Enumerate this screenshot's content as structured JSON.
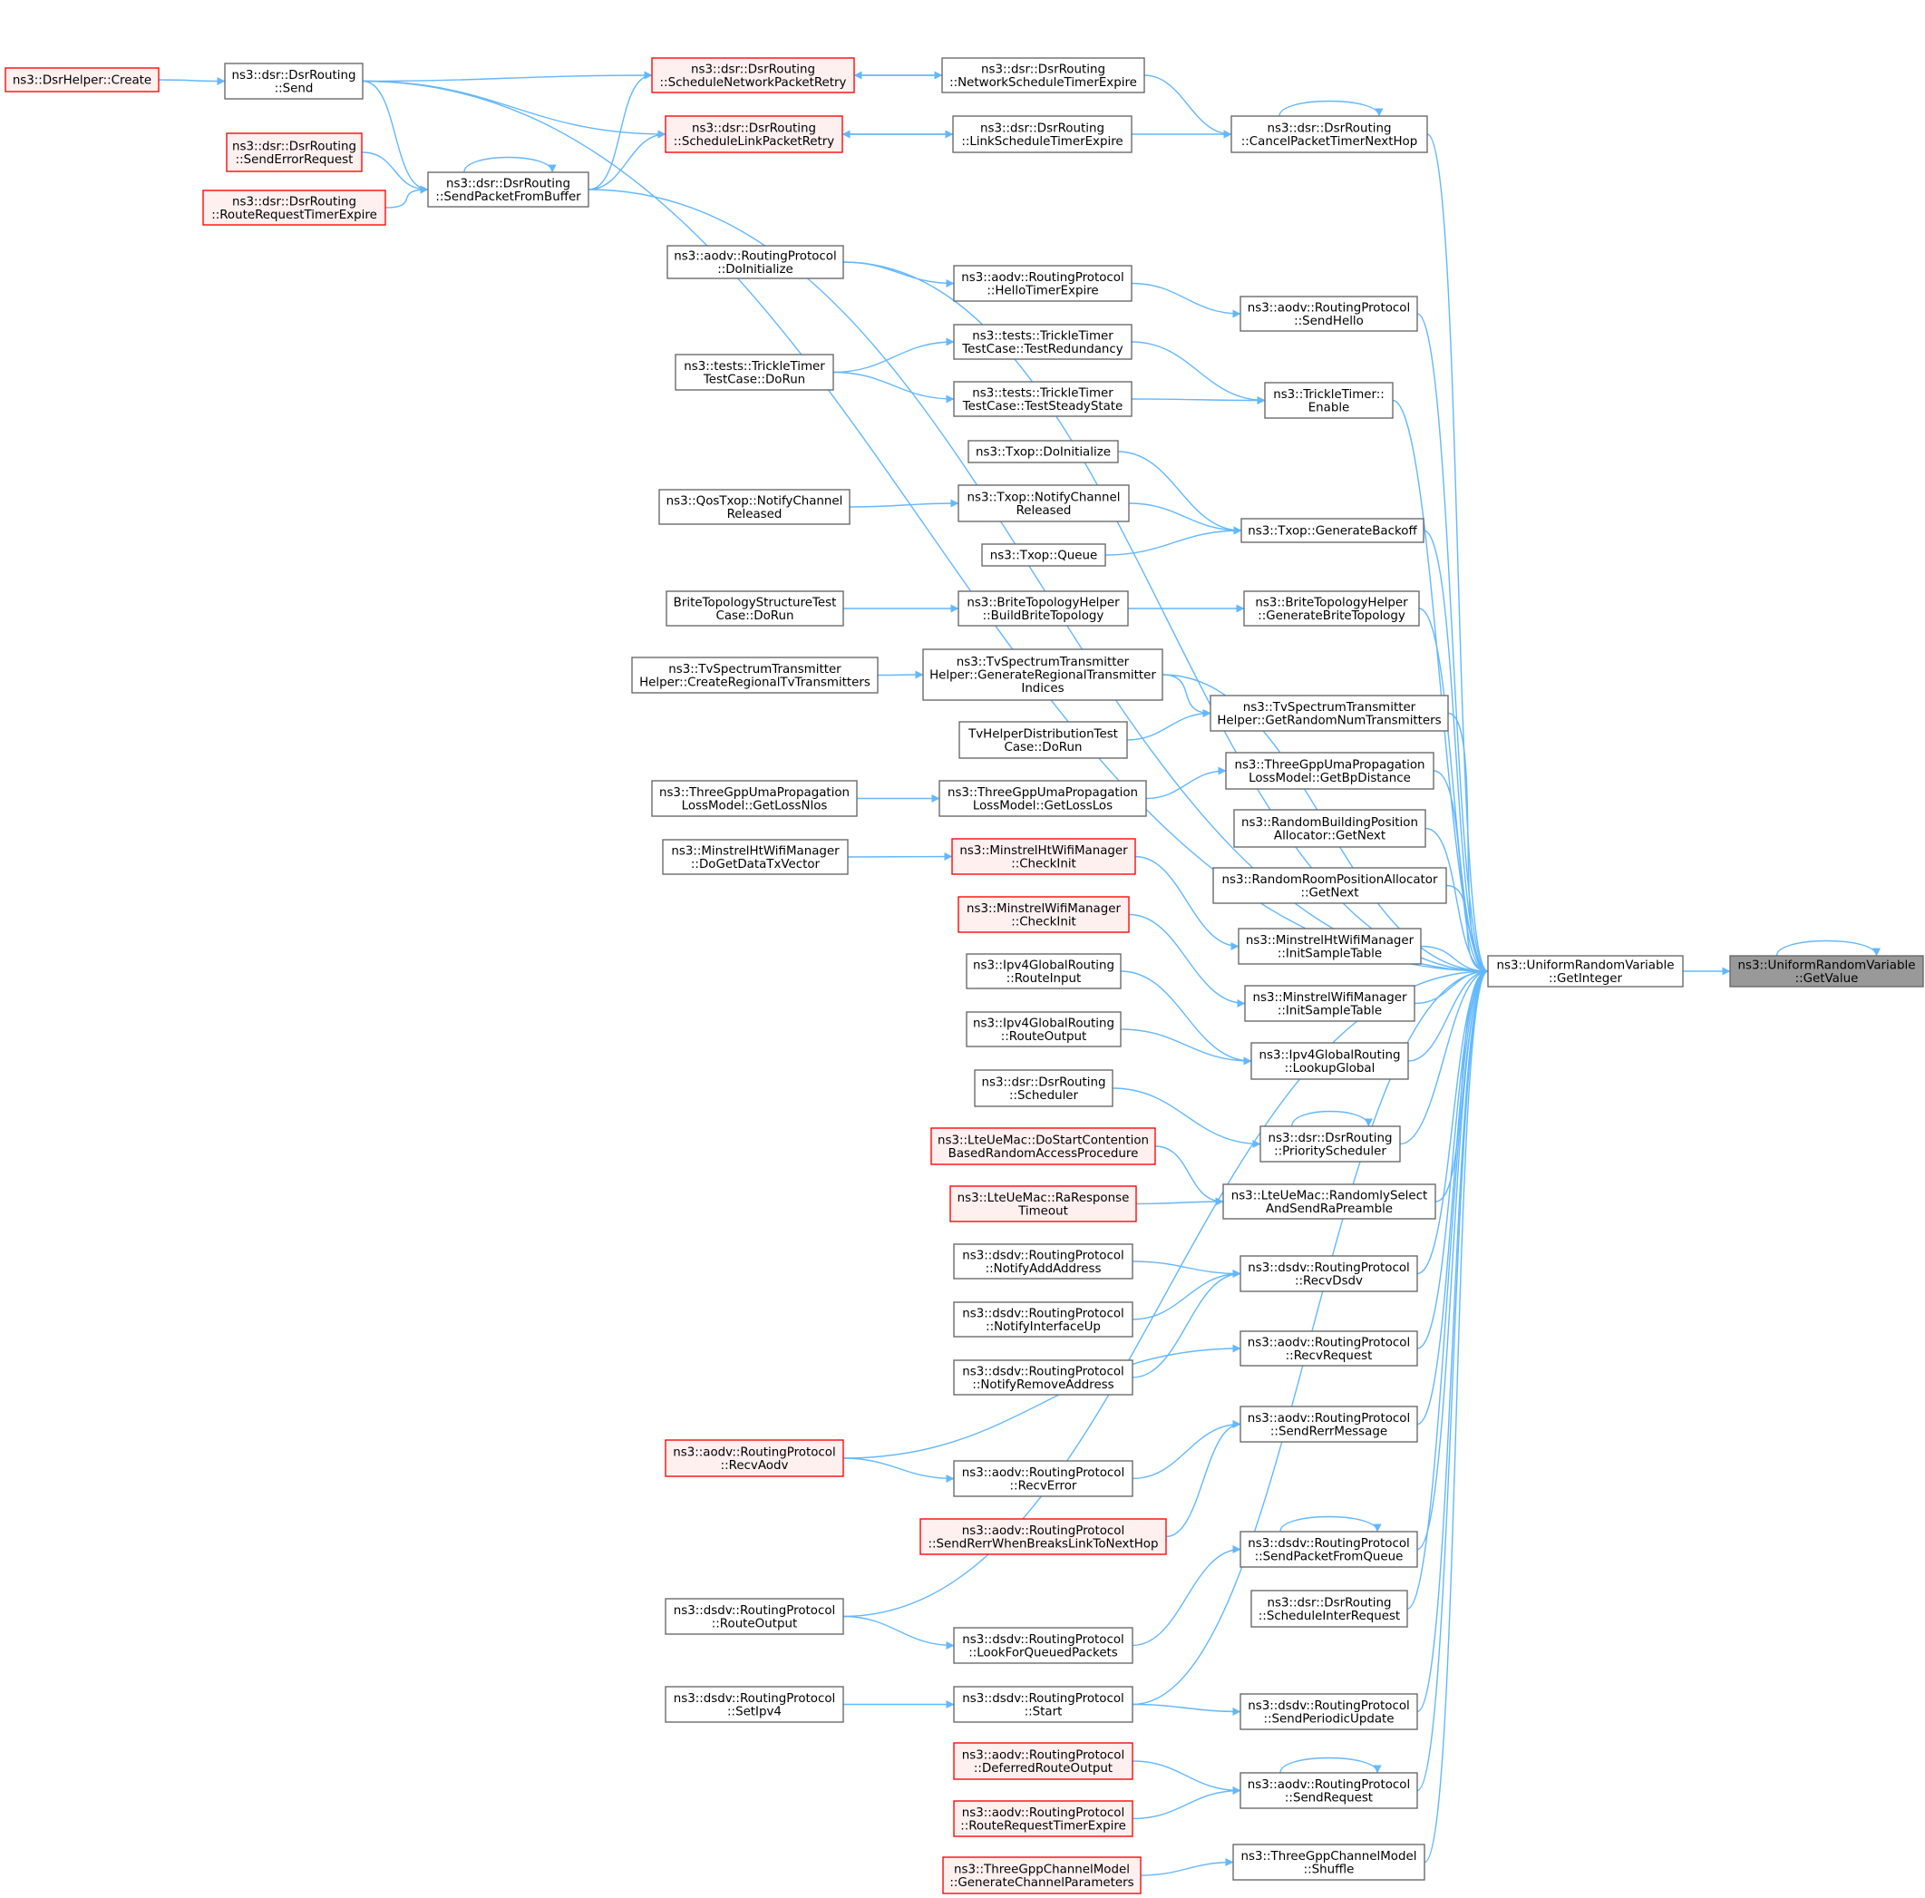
{
  "diagram": {
    "type": "caller-graph",
    "colors": {
      "edge": "#63b8ff",
      "node_border_normal": "#666666",
      "node_fill_normal": "#ffffff",
      "node_border_truncated": "#ff0000",
      "node_fill_truncated": "#fff0f0",
      "node_border_root": "#666666",
      "node_fill_root": "#999999"
    },
    "nodes": [
      {
        "id": "root",
        "style": "root",
        "lines": [
          "ns3::UniformRandomVariable",
          "::GetValue"
        ]
      },
      {
        "id": "getint",
        "style": "normal",
        "lines": [
          "ns3::UniformRandomVariable",
          "::GetInteger"
        ]
      },
      {
        "id": "cancelpkt",
        "style": "normal",
        "lines": [
          "ns3::dsr::DsrRouting",
          "::CancelPacketTimerNextHop"
        ]
      },
      {
        "id": "netsched",
        "style": "normal",
        "lines": [
          "ns3::dsr::DsrRouting",
          "::NetworkScheduleTimerExpire"
        ]
      },
      {
        "id": "linksched",
        "style": "normal",
        "lines": [
          "ns3::dsr::DsrRouting",
          "::LinkScheduleTimerExpire"
        ]
      },
      {
        "id": "schednet",
        "style": "truncated",
        "lines": [
          "ns3::dsr::DsrRouting",
          "::ScheduleNetworkPacketRetry"
        ]
      },
      {
        "id": "schedlink",
        "style": "truncated",
        "lines": [
          "ns3::dsr::DsrRouting",
          "::ScheduleLinkPacketRetry"
        ]
      },
      {
        "id": "dsrsend",
        "style": "normal",
        "lines": [
          "ns3::dsr::DsrRouting",
          "::Send"
        ]
      },
      {
        "id": "dsrcreate",
        "style": "truncated",
        "lines": [
          "ns3::DsrHelper::Create"
        ]
      },
      {
        "id": "sendpktbuf",
        "style": "normal",
        "lines": [
          "ns3::dsr::DsrRouting",
          "::SendPacketFromBuffer"
        ]
      },
      {
        "id": "senderrreq",
        "style": "truncated",
        "lines": [
          "ns3::dsr::DsrRouting",
          "::SendErrorRequest"
        ]
      },
      {
        "id": "rreqexpire_dsr",
        "style": "truncated",
        "lines": [
          "ns3::dsr::DsrRouting",
          "::RouteRequestTimerExpire"
        ]
      },
      {
        "id": "aodvdoinit",
        "style": "normal",
        "lines": [
          "ns3::aodv::RoutingProtocol",
          "::DoInitialize"
        ]
      },
      {
        "id": "hellotimer",
        "style": "normal",
        "lines": [
          "ns3::aodv::RoutingProtocol",
          "::HelloTimerExpire"
        ]
      },
      {
        "id": "sendhello",
        "style": "normal",
        "lines": [
          "ns3::aodv::RoutingProtocol",
          "::SendHello"
        ]
      },
      {
        "id": "trickleredund",
        "style": "normal",
        "lines": [
          "ns3::tests::TrickleTimer",
          "TestCase::TestRedundancy"
        ]
      },
      {
        "id": "tricklesteady",
        "style": "normal",
        "lines": [
          "ns3::tests::TrickleTimer",
          "TestCase::TestSteadyState"
        ]
      },
      {
        "id": "trickledorun",
        "style": "normal",
        "lines": [
          "ns3::tests::TrickleTimer",
          "TestCase::DoRun"
        ]
      },
      {
        "id": "trickleenable",
        "style": "normal",
        "lines": [
          "ns3::TrickleTimer::",
          "Enable"
        ]
      },
      {
        "id": "txopdoinit",
        "style": "normal",
        "lines": [
          "ns3::Txop::DoInitialize"
        ]
      },
      {
        "id": "txopnotify",
        "style": "normal",
        "lines": [
          "ns3::Txop::NotifyChannel",
          "Released"
        ]
      },
      {
        "id": "qostxopnotify",
        "style": "normal",
        "lines": [
          "ns3::QosTxop::NotifyChannel",
          "Released"
        ]
      },
      {
        "id": "txopqueue",
        "style": "normal",
        "lines": [
          "ns3::Txop::Queue"
        ]
      },
      {
        "id": "genbackoff",
        "style": "normal",
        "lines": [
          "ns3::Txop::GenerateBackoff"
        ]
      },
      {
        "id": "britetest",
        "style": "normal",
        "lines": [
          "BriteTopologyStructureTest",
          "Case::DoRun"
        ]
      },
      {
        "id": "britebuild",
        "style": "normal",
        "lines": [
          "ns3::BriteTopologyHelper",
          "::BuildBriteTopology"
        ]
      },
      {
        "id": "britegen",
        "style": "normal",
        "lines": [
          "ns3::BriteTopologyHelper",
          "::GenerateBriteTopology"
        ]
      },
      {
        "id": "tvcreate",
        "style": "normal",
        "lines": [
          "ns3::TvSpectrumTransmitter",
          "Helper::CreateRegionalTvTransmitters"
        ]
      },
      {
        "id": "tvgenidx",
        "style": "normal",
        "lines": [
          "ns3::TvSpectrumTransmitter",
          "Helper::GenerateRegionalTransmitter",
          "Indices"
        ]
      },
      {
        "id": "tvrandnum",
        "style": "normal",
        "lines": [
          "ns3::TvSpectrumTransmitter",
          "Helper::GetRandomNumTransmitters"
        ]
      },
      {
        "id": "tvdisttest",
        "style": "normal",
        "lines": [
          "TvHelperDistributionTest",
          "Case::DoRun"
        ]
      },
      {
        "id": "umanlos",
        "style": "normal",
        "lines": [
          "ns3::ThreeGppUmaPropagation",
          "LossModel::GetLossNlos"
        ]
      },
      {
        "id": "umalos",
        "style": "normal",
        "lines": [
          "ns3::ThreeGppUmaPropagation",
          "LossModel::GetLossLos"
        ]
      },
      {
        "id": "umabp",
        "style": "normal",
        "lines": [
          "ns3::ThreeGppUmaPropagation",
          "LossModel::GetBpDistance"
        ]
      },
      {
        "id": "rndbuilding",
        "style": "normal",
        "lines": [
          "ns3::RandomBuildingPosition",
          "Allocator::GetNext"
        ]
      },
      {
        "id": "rndroom",
        "style": "normal",
        "lines": [
          "ns3::RandomRoomPositionAllocator",
          "::GetNext"
        ]
      },
      {
        "id": "mhtdoget",
        "style": "normal",
        "lines": [
          "ns3::MinstrelHtWifiManager",
          "::DoGetDataTxVector"
        ]
      },
      {
        "id": "mhtcheck",
        "style": "truncated",
        "lines": [
          "ns3::MinstrelHtWifiManager",
          "::CheckInit"
        ]
      },
      {
        "id": "mhtinit",
        "style": "normal",
        "lines": [
          "ns3::MinstrelHtWifiManager",
          "::InitSampleTable"
        ]
      },
      {
        "id": "mcheck",
        "style": "truncated",
        "lines": [
          "ns3::MinstrelWifiManager",
          "::CheckInit"
        ]
      },
      {
        "id": "minit",
        "style": "normal",
        "lines": [
          "ns3::MinstrelWifiManager",
          "::InitSampleTable"
        ]
      },
      {
        "id": "ipv4rin",
        "style": "normal",
        "lines": [
          "ns3::Ipv4GlobalRouting",
          "::RouteInput"
        ]
      },
      {
        "id": "ipv4rout",
        "style": "normal",
        "lines": [
          "ns3::Ipv4GlobalRouting",
          "::RouteOutput"
        ]
      },
      {
        "id": "ipv4lookup",
        "style": "normal",
        "lines": [
          "ns3::Ipv4GlobalRouting",
          "::LookupGlobal"
        ]
      },
      {
        "id": "dsrscheduler",
        "style": "normal",
        "lines": [
          "ns3::dsr::DsrRouting",
          "::Scheduler"
        ]
      },
      {
        "id": "dsrprio",
        "style": "normal",
        "lines": [
          "ns3::dsr::DsrRouting",
          "::PriorityScheduler"
        ]
      },
      {
        "id": "ltestartcont",
        "style": "truncated",
        "lines": [
          "ns3::LteUeMac::DoStartContention",
          "BasedRandomAccessProcedure"
        ]
      },
      {
        "id": "lteraresp",
        "style": "truncated",
        "lines": [
          "ns3::LteUeMac::RaResponse",
          "Timeout"
        ]
      },
      {
        "id": "lterandsel",
        "style": "normal",
        "lines": [
          "ns3::LteUeMac::RandomlySelect",
          "AndSendRaPreamble"
        ]
      },
      {
        "id": "dsdvnotifyadd",
        "style": "normal",
        "lines": [
          "ns3::dsdv::RoutingProtocol",
          "::NotifyAddAddress"
        ]
      },
      {
        "id": "dsdvnotifyup",
        "style": "normal",
        "lines": [
          "ns3::dsdv::RoutingProtocol",
          "::NotifyInterfaceUp"
        ]
      },
      {
        "id": "dsdvnotifyrem",
        "style": "normal",
        "lines": [
          "ns3::dsdv::RoutingProtocol",
          "::NotifyRemoveAddress"
        ]
      },
      {
        "id": "dsdvrecv",
        "style": "normal",
        "lines": [
          "ns3::dsdv::RoutingProtocol",
          "::RecvDsdv"
        ]
      },
      {
        "id": "aodvrecvreq",
        "style": "normal",
        "lines": [
          "ns3::aodv::RoutingProtocol",
          "::RecvRequest"
        ]
      },
      {
        "id": "aodvrecvaodv",
        "style": "truncated",
        "lines": [
          "ns3::aodv::RoutingProtocol",
          "::RecvAodv"
        ]
      },
      {
        "id": "aodvsendrerr",
        "style": "normal",
        "lines": [
          "ns3::aodv::RoutingProtocol",
          "::SendRerrMessage"
        ]
      },
      {
        "id": "aodvrecverr",
        "style": "normal",
        "lines": [
          "ns3::aodv::RoutingProtocol",
          "::RecvError"
        ]
      },
      {
        "id": "aodvrerrbreak",
        "style": "truncated",
        "lines": [
          "ns3::aodv::RoutingProtocol",
          "::SendRerrWhenBreaksLinkToNextHop"
        ]
      },
      {
        "id": "dsdvsendq",
        "style": "normal",
        "lines": [
          "ns3::dsdv::RoutingProtocol",
          "::SendPacketFromQueue"
        ]
      },
      {
        "id": "dsdvrouteout",
        "style": "normal",
        "lines": [
          "ns3::dsdv::RoutingProtocol",
          "::RouteOutput"
        ]
      },
      {
        "id": "dsdvlookq",
        "style": "normal",
        "lines": [
          "ns3::dsdv::RoutingProtocol",
          "::LookForQueuedPackets"
        ]
      },
      {
        "id": "dsrsinter",
        "style": "normal",
        "lines": [
          "ns3::dsr::DsrRouting",
          "::ScheduleInterRequest"
        ]
      },
      {
        "id": "dsdvsetipv4",
        "style": "normal",
        "lines": [
          "ns3::dsdv::RoutingProtocol",
          "::SetIpv4"
        ]
      },
      {
        "id": "dsdvstart",
        "style": "normal",
        "lines": [
          "ns3::dsdv::RoutingProtocol",
          "::Start"
        ]
      },
      {
        "id": "dsdvsendper",
        "style": "normal",
        "lines": [
          "ns3::dsdv::RoutingProtocol",
          "::SendPeriodicUpdate"
        ]
      },
      {
        "id": "aodvdeferred",
        "style": "truncated",
        "lines": [
          "ns3::aodv::RoutingProtocol",
          "::DeferredRouteOutput"
        ]
      },
      {
        "id": "aodvrreqexp",
        "style": "truncated",
        "lines": [
          "ns3::aodv::RoutingProtocol",
          "::RouteRequestTimerExpire"
        ]
      },
      {
        "id": "aodvsendreq",
        "style": "normal",
        "lines": [
          "ns3::aodv::RoutingProtocol",
          "::SendRequest"
        ]
      },
      {
        "id": "tgppgen",
        "style": "truncated",
        "lines": [
          "ns3::ThreeGppChannelModel",
          "::GenerateChannelParameters"
        ]
      },
      {
        "id": "tgppshuffle",
        "style": "normal",
        "lines": [
          "ns3::ThreeGppChannelModel",
          "::Shuffle"
        ]
      }
    ],
    "edges": [
      [
        "root",
        "root"
      ],
      [
        "getint",
        "root"
      ],
      [
        "cancelpkt",
        "getint"
      ],
      [
        "cancelpkt",
        "cancelpkt"
      ],
      [
        "netsched",
        "cancelpkt"
      ],
      [
        "linksched",
        "cancelpkt"
      ],
      [
        "netsched",
        "schednet"
      ],
      [
        "schednet",
        "netsched"
      ],
      [
        "linksched",
        "schedlink"
      ],
      [
        "schedlink",
        "linksched"
      ],
      [
        "dsrsend",
        "schednet"
      ],
      [
        "dsrsend",
        "schedlink"
      ],
      [
        "dsrsend",
        "sendpktbuf"
      ],
      [
        "dsrsend",
        "getint"
      ],
      [
        "dsrcreate",
        "dsrsend"
      ],
      [
        "sendpktbuf",
        "schednet"
      ],
      [
        "sendpktbuf",
        "schedlink"
      ],
      [
        "sendpktbuf",
        "sendpktbuf"
      ],
      [
        "sendpktbuf",
        "getint"
      ],
      [
        "senderrreq",
        "sendpktbuf"
      ],
      [
        "rreqexpire_dsr",
        "sendpktbuf"
      ],
      [
        "aodvdoinit",
        "getint"
      ],
      [
        "aodvdoinit",
        "hellotimer"
      ],
      [
        "hellotimer",
        "sendhello"
      ],
      [
        "sendhello",
        "getint"
      ],
      [
        "trickledorun",
        "trickleredund"
      ],
      [
        "trickledorun",
        "tricklesteady"
      ],
      [
        "trickleredund",
        "trickleenable"
      ],
      [
        "tricklesteady",
        "trickleenable"
      ],
      [
        "trickleenable",
        "getint"
      ],
      [
        "txopdoinit",
        "genbackoff"
      ],
      [
        "qostxopnotify",
        "txopnotify"
      ],
      [
        "txopnotify",
        "genbackoff"
      ],
      [
        "txopqueue",
        "genbackoff"
      ],
      [
        "genbackoff",
        "getint"
      ],
      [
        "britetest",
        "britebuild"
      ],
      [
        "britebuild",
        "britegen"
      ],
      [
        "britegen",
        "getint"
      ],
      [
        "tvcreate",
        "tvgenidx"
      ],
      [
        "tvgenidx",
        "getint"
      ],
      [
        "tvgenidx",
        "tvrandnum"
      ],
      [
        "tvdisttest",
        "tvrandnum"
      ],
      [
        "tvrandnum",
        "getint"
      ],
      [
        "umanlos",
        "umalos"
      ],
      [
        "umalos",
        "umabp"
      ],
      [
        "umabp",
        "getint"
      ],
      [
        "rndbuilding",
        "getint"
      ],
      [
        "rndroom",
        "getint"
      ],
      [
        "mhtdoget",
        "mhtcheck"
      ],
      [
        "mhtcheck",
        "mhtinit"
      ],
      [
        "mhtinit",
        "getint"
      ],
      [
        "mcheck",
        "minit"
      ],
      [
        "minit",
        "getint"
      ],
      [
        "ipv4rin",
        "ipv4lookup"
      ],
      [
        "ipv4rout",
        "ipv4lookup"
      ],
      [
        "ipv4lookup",
        "getint"
      ],
      [
        "dsrscheduler",
        "dsrprio"
      ],
      [
        "dsrprio",
        "dsrprio"
      ],
      [
        "dsrprio",
        "getint"
      ],
      [
        "ltestartcont",
        "lterandsel"
      ],
      [
        "lteraresp",
        "lterandsel"
      ],
      [
        "lterandsel",
        "getint"
      ],
      [
        "dsdvnotifyadd",
        "dsdvrecv"
      ],
      [
        "dsdvnotifyup",
        "dsdvrecv"
      ],
      [
        "dsdvnotifyrem",
        "dsdvrecv"
      ],
      [
        "dsdvrecv",
        "getint"
      ],
      [
        "aodvrecvaodv",
        "aodvrecvreq"
      ],
      [
        "aodvrecvreq",
        "getint"
      ],
      [
        "aodvrecvaodv",
        "aodvrecverr"
      ],
      [
        "aodvrecverr",
        "aodvsendrerr"
      ],
      [
        "aodvrerrbreak",
        "aodvsendrerr"
      ],
      [
        "aodvsendrerr",
        "getint"
      ],
      [
        "dsdvrouteout",
        "getint"
      ],
      [
        "dsdvrouteout",
        "dsdvlookq"
      ],
      [
        "dsdvlookq",
        "dsdvsendq"
      ],
      [
        "dsdvsendq",
        "dsdvsendq"
      ],
      [
        "dsdvsendq",
        "getint"
      ],
      [
        "dsrsinter",
        "getint"
      ],
      [
        "dsdvsetipv4",
        "dsdvstart"
      ],
      [
        "dsdvstart",
        "getint"
      ],
      [
        "dsdvstart",
        "dsdvsendper"
      ],
      [
        "dsdvsendper",
        "getint"
      ],
      [
        "aodvdeferred",
        "aodvsendreq"
      ],
      [
        "aodvrreqexp",
        "aodvsendreq"
      ],
      [
        "aodvsendreq",
        "aodvsendreq"
      ],
      [
        "aodvsendreq",
        "getint"
      ],
      [
        "tgppgen",
        "tgppshuffle"
      ],
      [
        "tgppshuffle",
        "getint"
      ]
    ]
  }
}
